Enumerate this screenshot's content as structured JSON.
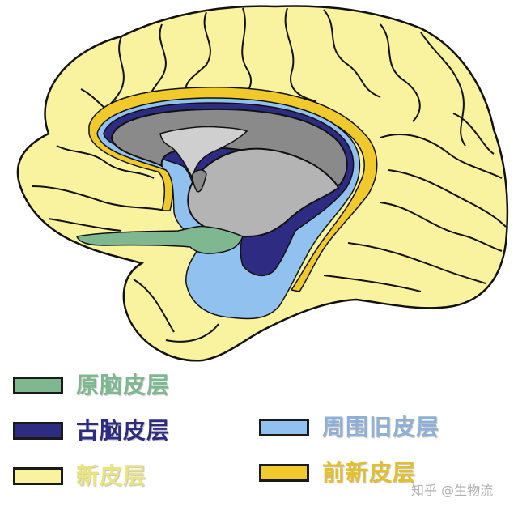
{
  "diagram": {
    "subject": "brain medial view",
    "colors": {
      "outline": "#111111",
      "neocortex": "#f9f29f",
      "proisocortex": "#f0c92d",
      "periallocortex": "#91c1ef",
      "archicortex": "#2e2c82",
      "paleocortex": "#7fb890",
      "corpus_callosum": "#8a8a8a",
      "thalamus_region": "#b4b4b4",
      "ventricle": "#cfcfcf"
    }
  },
  "legend": {
    "items": [
      {
        "label": "原脑皮层",
        "color": "#7fb890"
      },
      {
        "label": "古脑皮层",
        "color": "#2e2c82"
      },
      {
        "label": "新皮层",
        "color": "#f9f29f"
      },
      {
        "label": "周围旧皮层",
        "color": "#91c1ef"
      },
      {
        "label": "前新皮层",
        "color": "#f0c92d"
      }
    ]
  },
  "watermark": "知乎 @生物流"
}
